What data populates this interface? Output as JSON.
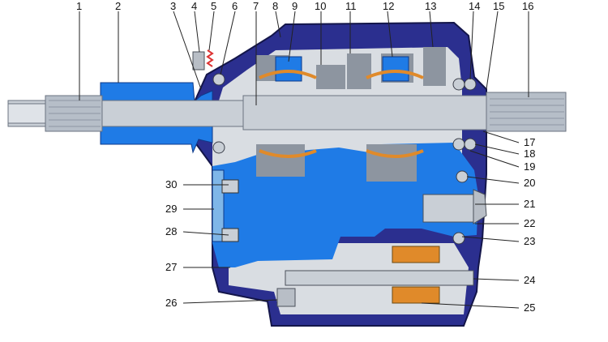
{
  "diagram": {
    "kind": "gearbox cross-section",
    "colors": {
      "housing": "#2b2f8f",
      "rear_cover": "#1c2380",
      "inner_body": "#1f7be6",
      "light_cavity": "#d9dde2",
      "shaft": "#c9cfd6",
      "gear_gray": "#8d95a0",
      "synchro_orange": "#e08a2a",
      "bolt": "#b8bec6"
    },
    "callouts_top": [
      "1",
      "2",
      "3",
      "4",
      "5",
      "6",
      "7",
      "8",
      "9",
      "10",
      "11",
      "12",
      "13",
      "14",
      "15",
      "16"
    ],
    "callouts_right": [
      "17",
      "18",
      "19",
      "20",
      "21",
      "22",
      "23",
      "24",
      "25"
    ],
    "callouts_left": [
      "30",
      "29",
      "28",
      "27",
      "26"
    ]
  }
}
